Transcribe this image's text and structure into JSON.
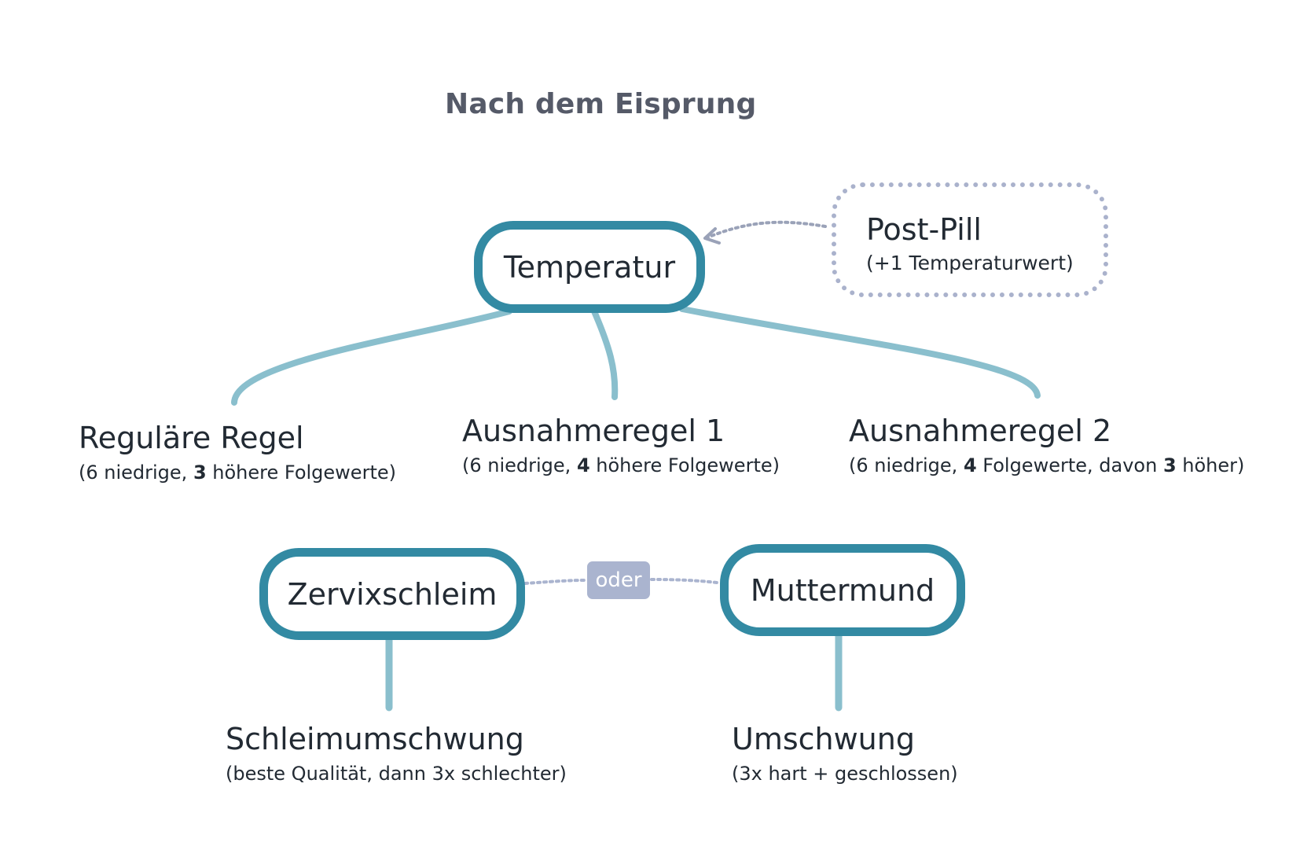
{
  "title": "Nach dem Eisprung",
  "nodes": {
    "temperatur": "Temperatur",
    "zervixschleim": "Zervixschleim",
    "muttermund": "Muttermund"
  },
  "post_pill": {
    "title": "Post-Pill",
    "subtitle": "(+1 Temperaturwert)"
  },
  "rules": {
    "regulaer": {
      "title": "Reguläre Regel",
      "desc_before": "(6 niedrige, ",
      "desc_bold": "3",
      "desc_after": " höhere Folgewerte)"
    },
    "ausnahme1": {
      "title": "Ausnahmeregel 1",
      "desc_before": "(6 niedrige, ",
      "desc_bold": "4",
      "desc_after": " höhere Folgewerte)"
    },
    "ausnahme2": {
      "title": "Ausnahmeregel 2",
      "desc_before": "(6 niedrige, ",
      "desc_bold": "4",
      "desc_middle": " Folgewerte, davon ",
      "desc_bold2": "3",
      "desc_after": " höher)"
    },
    "schleim": {
      "title": "Schleimumschwung",
      "desc": "(beste Qualität, dann 3x schlechter)"
    },
    "umschwung": {
      "title": "Umschwung",
      "desc": "(3x hart + geschlossen)"
    }
  },
  "oder_label": "oder",
  "colors": {
    "node_border": "#338aa3",
    "connector": "#8abfcd",
    "dotted": "#aab2cc",
    "oder_badge": "#aab4cf",
    "title": "#555a68",
    "text": "#222a33"
  }
}
